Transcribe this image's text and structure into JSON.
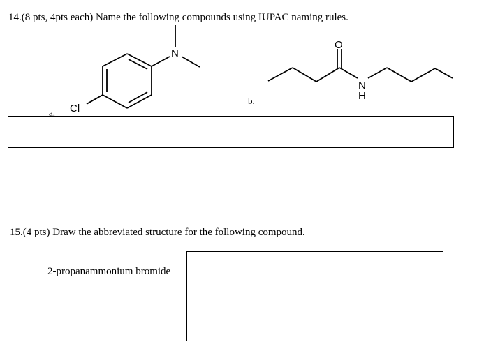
{
  "question14": {
    "text": "14.(8 pts, 4pts each) Name the following compounds using IUPAC naming rules.",
    "part_a": {
      "label": "a.",
      "atoms": {
        "nitrogen": "N",
        "chlorine": "Cl"
      }
    },
    "part_b": {
      "label": "b.",
      "atoms": {
        "oxygen": "O",
        "nitrogen": "N",
        "hydrogen": "H"
      }
    }
  },
  "question15": {
    "text": "15.(4 pts) Draw the abbreviated structure for the following compound.",
    "compound": "2-propanammonium bromide"
  }
}
